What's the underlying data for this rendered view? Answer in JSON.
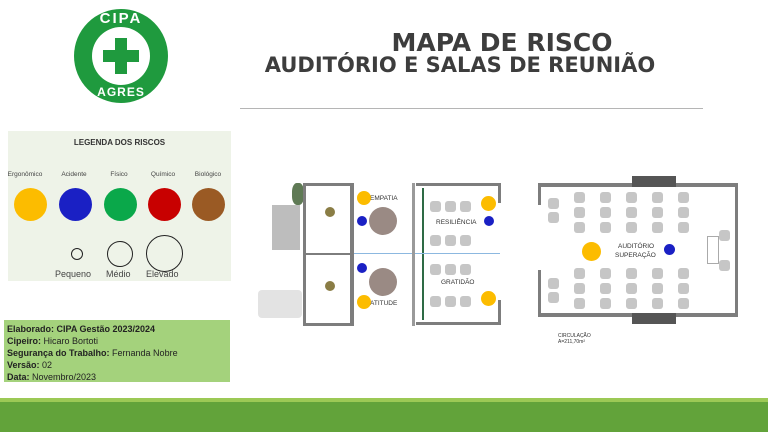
{
  "logo": {
    "top_text": "CIPA",
    "bottom_text": "AGRES"
  },
  "header": {
    "title": "MAPA DE RISCO",
    "subtitle": "AUDITÓRIO E SALAS DE REUNIÃO"
  },
  "legend": {
    "title": "LEGENDA DOS RISCOS",
    "types": [
      {
        "label": "Ergonômico",
        "color": "#fcbc00"
      },
      {
        "label": "Acidente",
        "color": "#1a20c4"
      },
      {
        "label": "Físico",
        "color": "#0aa84a"
      },
      {
        "label": "Químico",
        "color": "#c80000"
      },
      {
        "label": "Biológico",
        "color": "#9a5a24"
      }
    ],
    "sizes": [
      {
        "label": "Pequeno"
      },
      {
        "label": "Médio"
      },
      {
        "label": "Elevado"
      }
    ]
  },
  "info": {
    "elaborado_label": "Elaborado: CIPA Gestão 2023/2024",
    "cipeiro_label": "Cipeiro:",
    "cipeiro_value": " Hicaro Bortoti",
    "seguranca_label": "Segurança do Trabalho:",
    "seguranca_value": " Fernanda Nobre",
    "versao_label": "Versão:",
    "versao_value": " 02",
    "data_label": "Data:",
    "data_value": " Novembro/2023"
  },
  "floorplan": {
    "rooms": {
      "empatia": "EMPATIA",
      "atitude": "ATITUDE",
      "resiliencia": "RESILIÊNCIA",
      "gratidao": "GRATIDÃO",
      "auditorio_1": "AUDITÓRIO",
      "auditorio_2": "SUPERAÇÃO"
    },
    "circulacao_1": "CIRCULAÇÃO",
    "circulacao_2": "A=211,70m²"
  }
}
